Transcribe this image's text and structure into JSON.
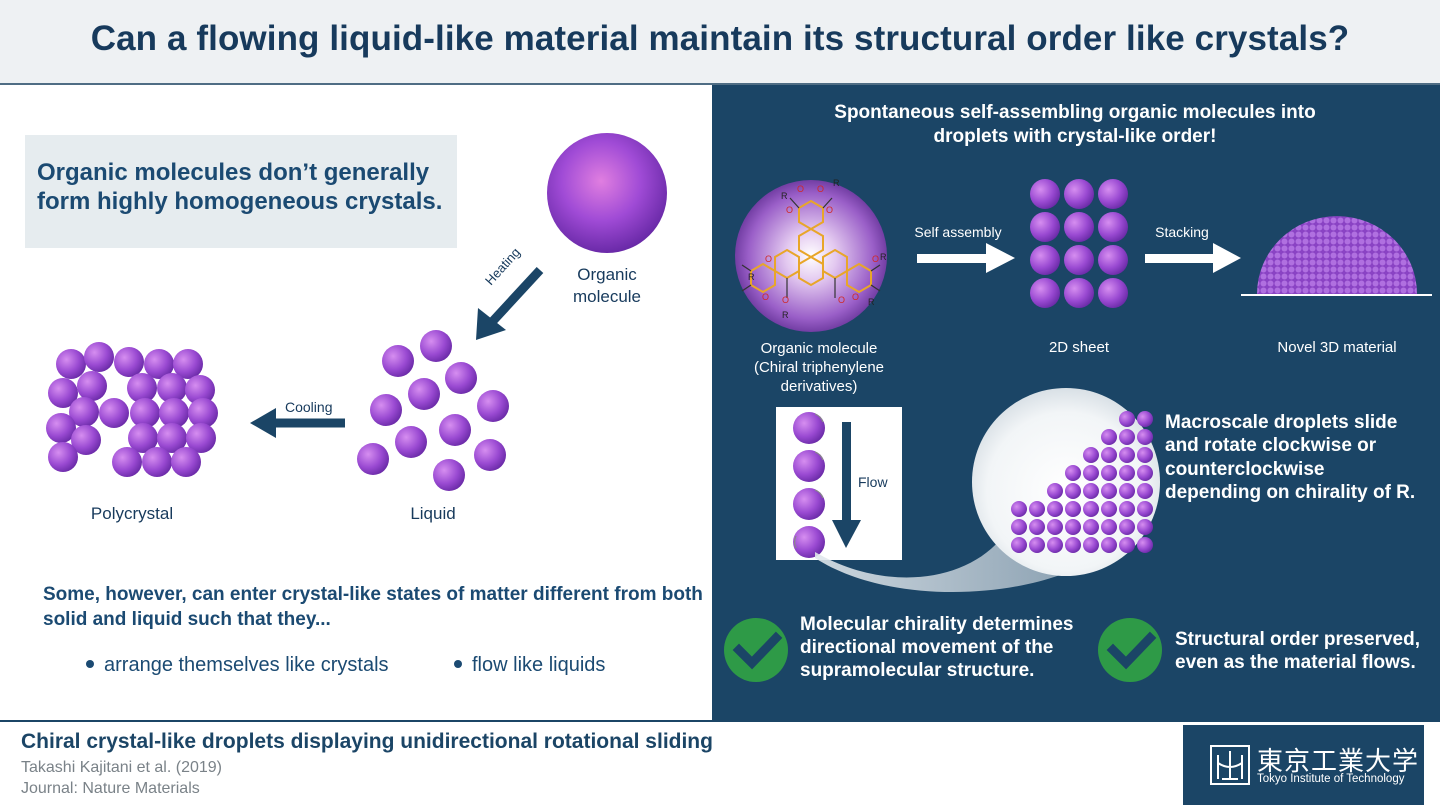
{
  "title": "Can a flowing liquid-like material maintain its structural order like crystals?",
  "left": {
    "callout": "Organic molecules don’t generally form highly homogeneous crystals.",
    "organic_molecule_label": "Organic\nmolecule",
    "heating_label": "Heating",
    "cooling_label": "Cooling",
    "polycrystal_label": "Polycrystal",
    "liquid_label": "Liquid",
    "bottom_question": "Some, however, can enter crystal-like states of matter different from both solid and liquid such that they...",
    "bullets": [
      "arrange themselves like crystals",
      "flow like liquids"
    ]
  },
  "right": {
    "heading": "Spontaneous self-assembling organic molecules into droplets with crystal-like order!",
    "self_assembly_label": "Self assembly",
    "stacking_label": "Stacking",
    "organic_molecule_caption": "Organic molecule\n(Chiral triphenylene\nderivatives)",
    "sheet_caption": "2D sheet",
    "novel_caption": "Novel 3D material",
    "flow_label": "Flow",
    "macro_text": "Macroscale droplets slide and rotate clockwise or counterclockwise depending on chirality of R.",
    "check1": "Molecular chirality determines directional movement of the supramolecular structure.",
    "check2": "Structural order preserved, even as the material flows.",
    "r_label": "R",
    "o_label": "O"
  },
  "footer": {
    "title": "Chiral crystal-like droplets displaying unidirectional rotational sliding",
    "authors": "Takashi Kajitani et al. (2019)",
    "journal": "Journal: Nature Materials",
    "logo_jp": "東京工業大学",
    "logo_en": "Tokyo Institute of Technology"
  },
  "colors": {
    "navy": "#1b4566",
    "title_text": "#173a5c",
    "purple": "#a04bd6",
    "check_green": "#2e9a47"
  },
  "icons": [
    "check-icon",
    "arrow-icon",
    "logo-icon"
  ]
}
